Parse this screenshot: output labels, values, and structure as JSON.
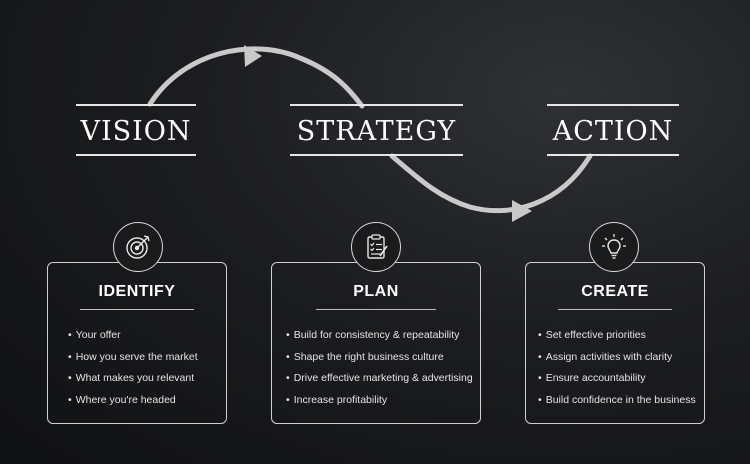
{
  "stages": [
    {
      "heading": "VISION",
      "icon": "target-icon",
      "title": "IDENTIFY",
      "items": [
        "Your offer",
        "How you serve the market",
        "What makes you relevant",
        "Where you're headed"
      ]
    },
    {
      "heading": "STRATEGY",
      "icon": "clipboard-checklist-icon",
      "title": "PLAN",
      "items": [
        "Build for consistency & repeatability",
        "Shape the right business culture",
        "Drive effective marketing & advertising",
        "Increase profitability"
      ]
    },
    {
      "heading": "ACTION",
      "icon": "lightbulb-icon",
      "title": "CREATE",
      "items": [
        "Set effective priorities",
        "Assign activities with clarity",
        "Ensure accountability",
        "Build confidence in the business"
      ]
    }
  ],
  "colors": {
    "background": "#1c1d20",
    "arrow": "#c9c9c9",
    "text": "#ffffff"
  }
}
